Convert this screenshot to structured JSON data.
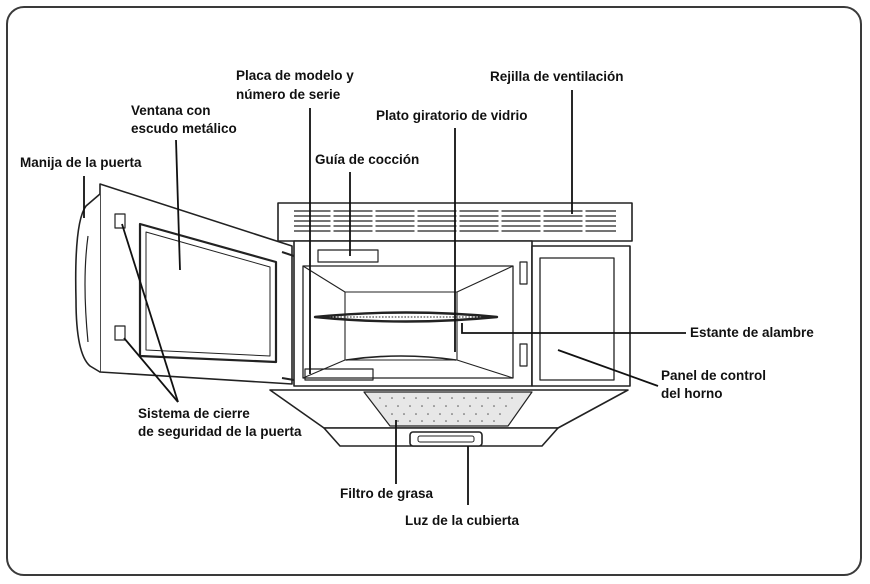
{
  "labels": {
    "manija": "Manija de la puerta",
    "ventana": [
      "Ventana con",
      "escudo metálico"
    ],
    "placa": [
      "Placa de modelo y",
      "número de serie"
    ],
    "guia": "Guía de cocción",
    "plato": "Plato giratorio de vidrio",
    "rejilla": "Rejilla de ventilación",
    "estante": "Estante de alambre",
    "panel": [
      "Panel de control",
      "del horno"
    ],
    "sistema": [
      "Sistema de cierre",
      "de seguridad de la puerta"
    ],
    "filtro": "Filtro de grasa",
    "luz": "Luz de la cubierta"
  }
}
